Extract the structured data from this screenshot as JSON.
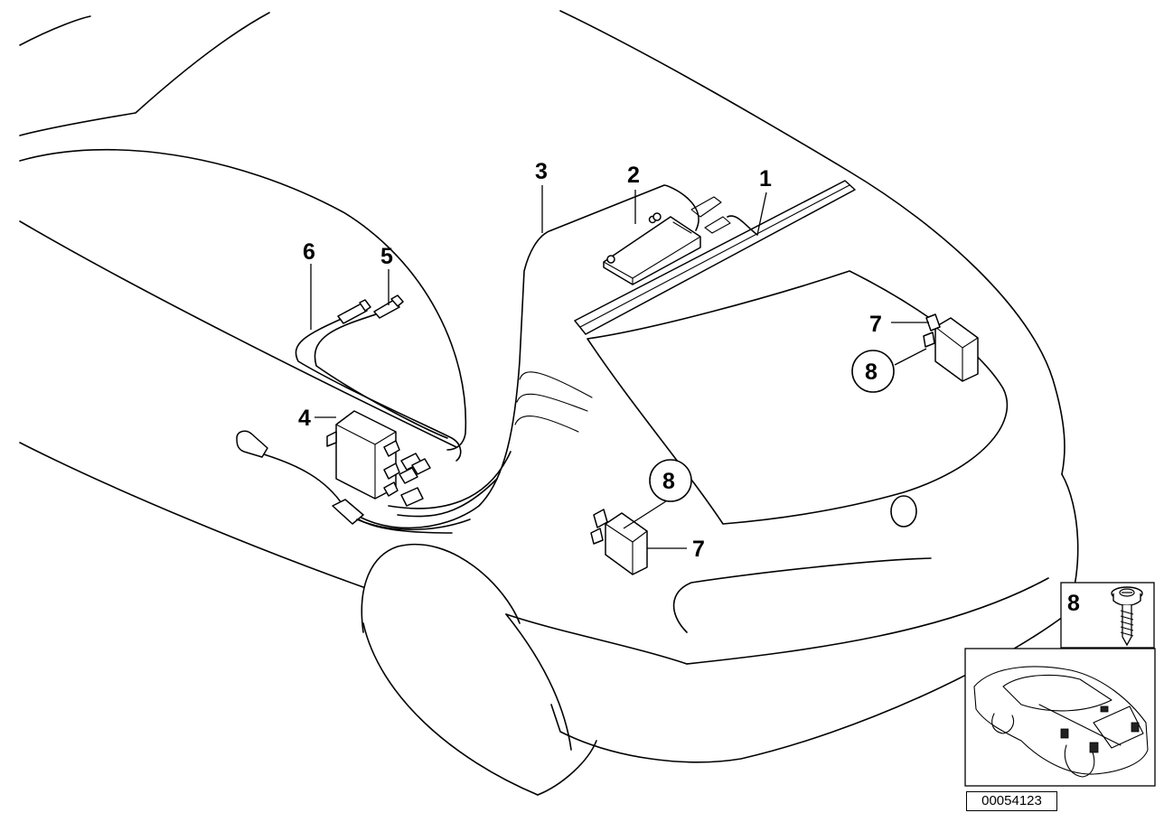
{
  "callouts": {
    "p1": "1",
    "p2": "2",
    "p3": "3",
    "p4": "4",
    "p5": "5",
    "p6": "6",
    "p7a": "7",
    "p7b": "7",
    "p8a": "8",
    "p8b": "8",
    "p8inset": "8"
  },
  "document_number": "00054123"
}
